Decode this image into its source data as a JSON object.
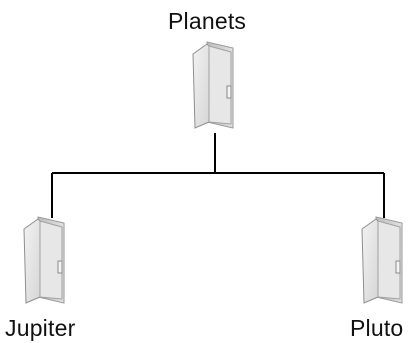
{
  "tree": {
    "root": {
      "label": "Planets",
      "icon": "folder-icon"
    },
    "children": [
      {
        "label": "Jupiter",
        "icon": "folder-icon"
      },
      {
        "label": "Pluto",
        "icon": "folder-icon"
      }
    ]
  },
  "colors": {
    "line": "#000000",
    "folder_front": "#e6e6e6",
    "folder_back": "#cfcfcf",
    "folder_outline": "#9a9a9a"
  }
}
